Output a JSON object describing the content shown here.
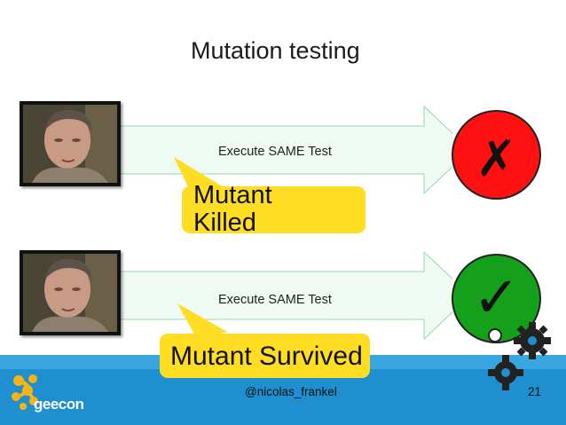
{
  "slide": {
    "title": "Mutation testing",
    "rows": [
      {
        "id": "killed",
        "arrow_label": "Execute SAME Test",
        "callout_text": "Mutant Killed",
        "result_color": "#ff1111",
        "result_symbol": "✗",
        "result_icon": "cross-mark-icon"
      },
      {
        "id": "survived",
        "arrow_label": "Execute SAME Test",
        "callout_text": "Mutant Survived",
        "result_color": "#14a01a",
        "result_symbol": "✓",
        "result_icon": "check-mark-icon"
      }
    ],
    "footer": {
      "logo_text": "geecon",
      "handle": "@nicolas_frankel",
      "page_number": "21",
      "bar_color": "#1f8fd0",
      "logo_color": "#f5b316",
      "decoration_icon": "gears-icon"
    },
    "callout_color": "#ffdd22",
    "arrow_fill": "#eefaf2"
  }
}
